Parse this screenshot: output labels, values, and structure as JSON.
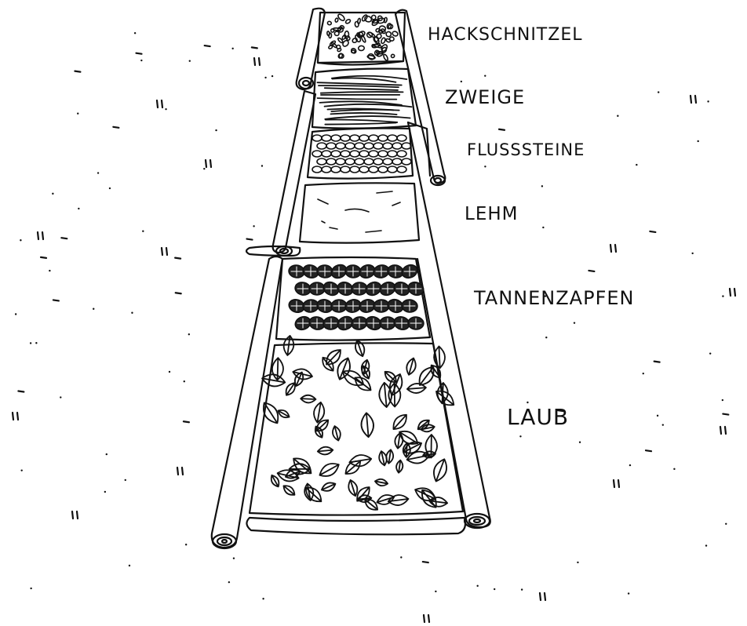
{
  "layers": [
    {
      "label": "HACKSCHNITZEL",
      "material": "wood chips"
    },
    {
      "label": "ZWEIGE",
      "material": "twigs"
    },
    {
      "label": "FLUSSSTEINE",
      "material": "river stones"
    },
    {
      "label": "LEHM",
      "material": "clay"
    },
    {
      "label": "TANNENZAPFEN",
      "material": "pine cones"
    },
    {
      "label": "LAUB",
      "material": "leaves"
    }
  ],
  "colors": {
    "ink": "#111111",
    "background": "#ffffff"
  }
}
